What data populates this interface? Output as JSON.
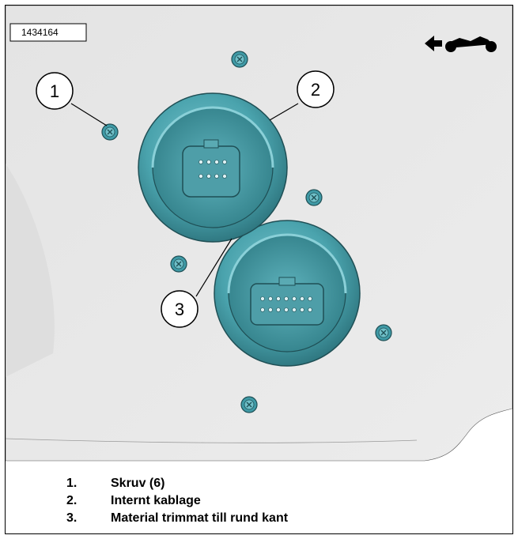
{
  "figure": {
    "id": "1434164",
    "colors": {
      "panel": "#e6e6e6",
      "connector_teal": "#4aa3ad",
      "connector_dark": "#2a6f78",
      "screw_teal": "#3f9aa6"
    },
    "direction_icon": "arrow-left-motorcycle-icon"
  },
  "callouts": [
    {
      "number": "1"
    },
    {
      "number": "2"
    },
    {
      "number": "3"
    }
  ],
  "legend": [
    {
      "number": "1.",
      "text": "Skruv (6)"
    },
    {
      "number": "2.",
      "text": "Internt kablage"
    },
    {
      "number": "3.",
      "text": "Material trimmat till rund kant"
    }
  ]
}
